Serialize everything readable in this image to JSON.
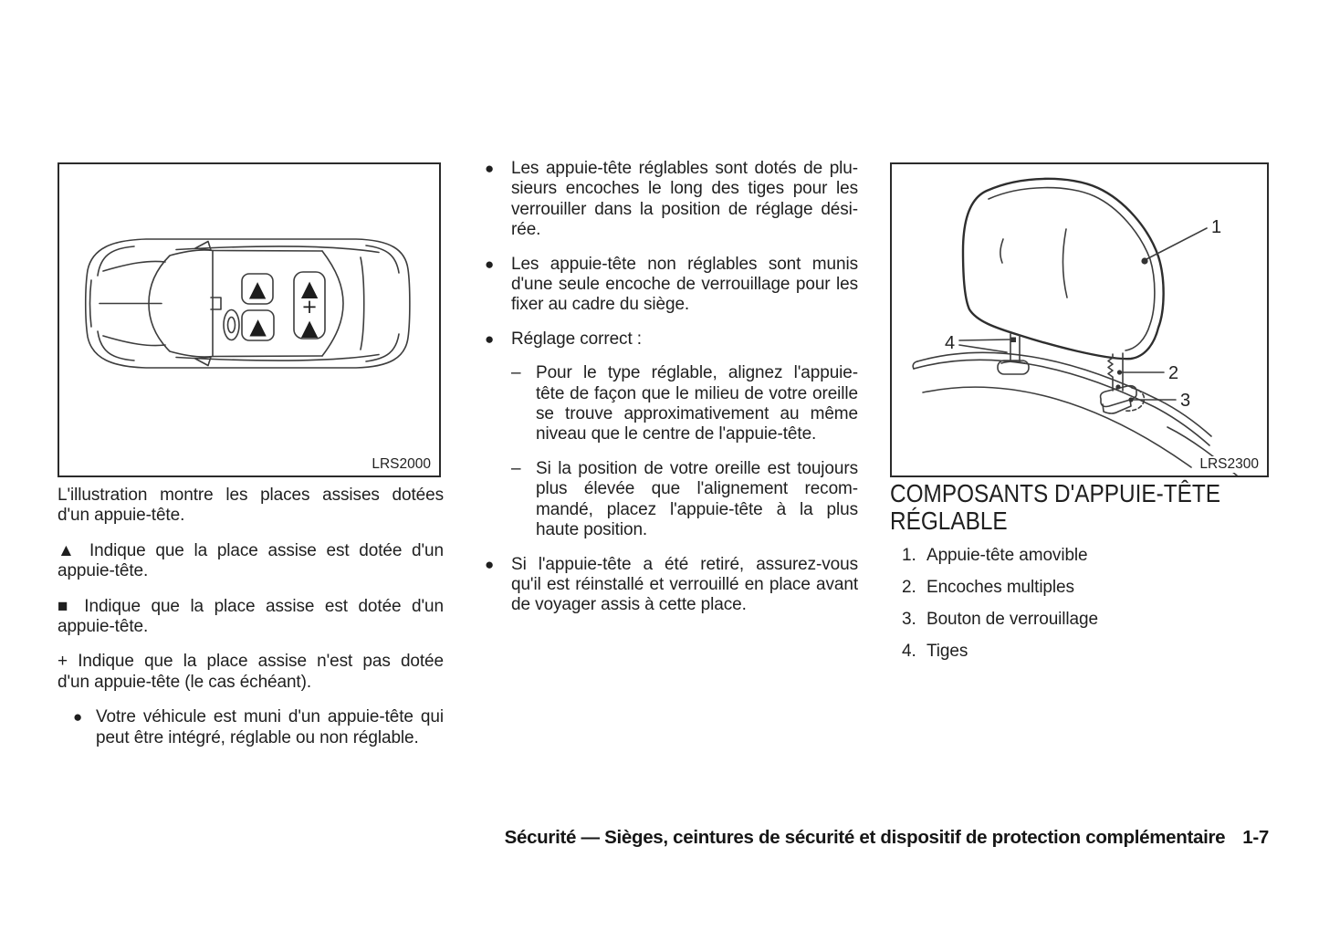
{
  "page": {
    "background": "#ffffff",
    "text_color": "#1f1f1f",
    "footer": {
      "section_title": "Sécurité — Sièges, ceintures de sécurité et dispositif de protection complémentaire",
      "page_number": "1-7"
    }
  },
  "left_column": {
    "figure": {
      "label": "LRS2000",
      "seat_symbols": {
        "front_passenger": "▲",
        "front_driver": "▲",
        "rear_left": "▲",
        "rear_center": "+",
        "rear_right": "▲"
      }
    },
    "paragraphs": [
      {
        "type": "plain",
        "lines": [
          "L'illustration montre les places assises dotées",
          "d'un appuie-tête."
        ]
      },
      {
        "type": "plain",
        "lines": [
          "▲ Indique que la place assise est dotée d'un",
          "appuie-tête."
        ]
      },
      {
        "type": "plain",
        "lines": [
          "■ Indique que la place assise est dotée d'un",
          "appuie-tête."
        ]
      },
      {
        "type": "plain",
        "lines": [
          "+ Indique que la place assise n'est pas dotée",
          "d'un appuie-tête (le cas échéant)."
        ]
      },
      {
        "type": "bullet",
        "marker": "●",
        "lines": [
          "Votre véhicule est muni d'un appuie-tête qui",
          "peut être intégré, réglable ou non réglable."
        ]
      }
    ]
  },
  "middle_column": {
    "items": [
      {
        "type": "bullet",
        "marker": "●",
        "lines": [
          "Les appuie-tête réglables sont dotés de plu-",
          "sieurs encoches le long des tiges pour les",
          "verrouiller dans la position de réglage dési-",
          "rée."
        ]
      },
      {
        "type": "bullet",
        "marker": "●",
        "lines": [
          "Les appuie-tête non réglables sont munis",
          "d'une seule encoche de verrouillage pour les",
          "fixer au cadre du siège."
        ]
      },
      {
        "type": "bullet",
        "marker": "●",
        "lines": [
          "Réglage correct :"
        ]
      },
      {
        "type": "dash",
        "marker": "–",
        "lines": [
          "Pour le type réglable, alignez l'appuie-",
          "tête de façon que le milieu de votre oreille",
          "se trouve approximativement au même",
          "niveau que le centre de l'appuie-tête."
        ]
      },
      {
        "type": "dash",
        "marker": "–",
        "lines": [
          "Si la position de votre oreille est toujours",
          "plus élevée que l'alignement recom-",
          "mandé, placez l'appuie-tête à la plus",
          "haute position."
        ]
      },
      {
        "type": "bullet",
        "marker": "●",
        "lines": [
          "Si l'appuie-tête a été retiré, assurez-vous",
          "qu'il est réinstallé et verrouillé en place avant",
          "de voyager assis à cette place."
        ]
      }
    ]
  },
  "right_column": {
    "figure": {
      "label": "LRS2300",
      "callouts": [
        "1",
        "2",
        "3",
        "4"
      ]
    },
    "heading_lines": [
      "COMPOSANTS D'APPUIE-TÊTE",
      "RÉGLABLE"
    ],
    "list": [
      {
        "num": "1.",
        "text": "Appuie-tête amovible"
      },
      {
        "num": "2.",
        "text": "Encoches multiples"
      },
      {
        "num": "3.",
        "text": "Bouton de verrouillage"
      },
      {
        "num": "4.",
        "text": "Tiges"
      }
    ]
  }
}
